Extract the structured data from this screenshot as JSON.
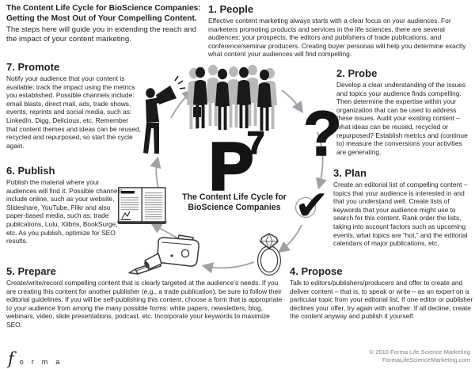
{
  "header": {
    "title": "The Content Life Cycle for BioScience Companies: Getting the Most Out of Your Compelling Content.",
    "subtitle": "The steps here will guide you in extending the reach and the impact of your content marketing."
  },
  "center": {
    "logo_main": "P",
    "logo_super": "7",
    "caption_line1": "The Content Life Cycle for",
    "caption_line2": "BioScience Companies"
  },
  "glyphs": {
    "question_mark": "?",
    "checkmark": "✔"
  },
  "steps": [
    {
      "title": "1. People",
      "icon": "business-people-silhouettes",
      "body": "Effective content marketing always starts with a clear focus on your audiences. For marketers promoting products and services in the life sciences, there are several audiences: your prospects, the editors and publishers of trade publications, and conference/seminar producers. Creating buyer personas will help you determine exactly what content your audiences will find compelling."
    },
    {
      "title": "2. Probe",
      "icon": "question-mark",
      "body": "Develop a clear understanding of the issues and topics your audience finds compelling. Then determine the expertise within your organization that can be used to address these issues. Audit your existing content – what ideas can be reused, recycled or repurposed? Establish metrics and (continue to) measure the conversions your activities are generating."
    },
    {
      "title": "3. Plan",
      "icon": "checkmark-circle",
      "body": "Create an editorial list of compelling content – topics that your audience is interested in and that you understand well. Create lists of keywords that your audience might use to search for this content. Rank order the lists, taking into account factors such as upcoming events, what topics are “hot,” and the editorial calendars of major publications, etc."
    },
    {
      "title": "4. Propose",
      "icon": "diamond-ring",
      "body": "Talk to editors/publishers/producers and offer to create and deliver content – that is, to speak or write – as an expert on a particular topic from your editorial list. If one editor or publisher declines your offer, try again with another. If all decline, create the content anyway and publish it yourself."
    },
    {
      "title": "5. Prepare",
      "icon": "video-camera-and-pencil",
      "body": "Create/write/record compelling content that is clearly targeted at the audience’s needs. If you are creating this content for another publisher (e.g., a trade publication), be sure to follow their editorial guidelines. If you will be self-publishing this content, choose a form that is appropriate to your audience from among the many possible forms: white papers, newsletters, blog, webinars, video, slide presentations, podcast, etc. Incorporate your keywords to maximize SEO."
    },
    {
      "title": "6. Publish",
      "icon": "open-book",
      "body": "Publish the material where your audiences will find it. Possible channels include online, such as your website, Slideshare, YouTube, Flikr and also paper-based media, such as: trade publications, Lulu, Xlibris, BookSurge, etc. As you publish, optimize for SEO results."
    },
    {
      "title": "7. Promote",
      "icon": "person-with-megaphone",
      "body": "Notify your audience that your content is available; track the impact using the metrics you established. Possible channels include: email blasts, direct mail, ads, trade shows, events, reprints and social media, such as: LinkedIn, Digg, Delicious, etc. Remember that content themes and ideas can be reused, recycled and repurposed, so start the cycle again."
    }
  ],
  "footer": {
    "logo_f": "f",
    "logo_rest": "orma",
    "copyright_line1": "© 2010 Forma Life Science Marketing",
    "copyright_line2": "FormaLifeScienceMarketing.com"
  },
  "colors": {
    "text": "#231f20",
    "arrow_gray": "#9fa1a4",
    "silhouette_gray": "#b7b9bb",
    "silhouette_black": "#1a1a1a"
  }
}
